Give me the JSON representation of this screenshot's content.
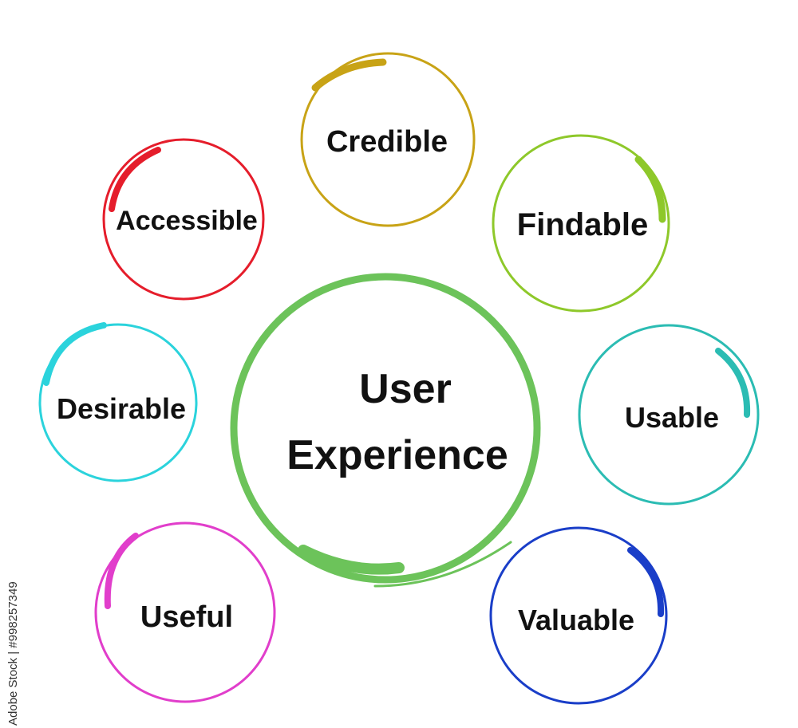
{
  "center": {
    "line1": "User",
    "line2": "Experience",
    "color": "#6cc35a"
  },
  "nodes": [
    {
      "id": "credible",
      "label": "Credible",
      "color": "#c8a316"
    },
    {
      "id": "findable",
      "label": "Findable",
      "color": "#8ec82a"
    },
    {
      "id": "usable",
      "label": "Usable",
      "color": "#2bbcb3"
    },
    {
      "id": "valuable",
      "label": "Valuable",
      "color": "#1a3ec8"
    },
    {
      "id": "useful",
      "label": "Useful",
      "color": "#e13ecb"
    },
    {
      "id": "desirable",
      "label": "Desirable",
      "color": "#2bd3dc"
    },
    {
      "id": "accessible",
      "label": "Accessible",
      "color": "#e51d2b"
    }
  ],
  "watermark": "Adobe Stock | #998257349"
}
